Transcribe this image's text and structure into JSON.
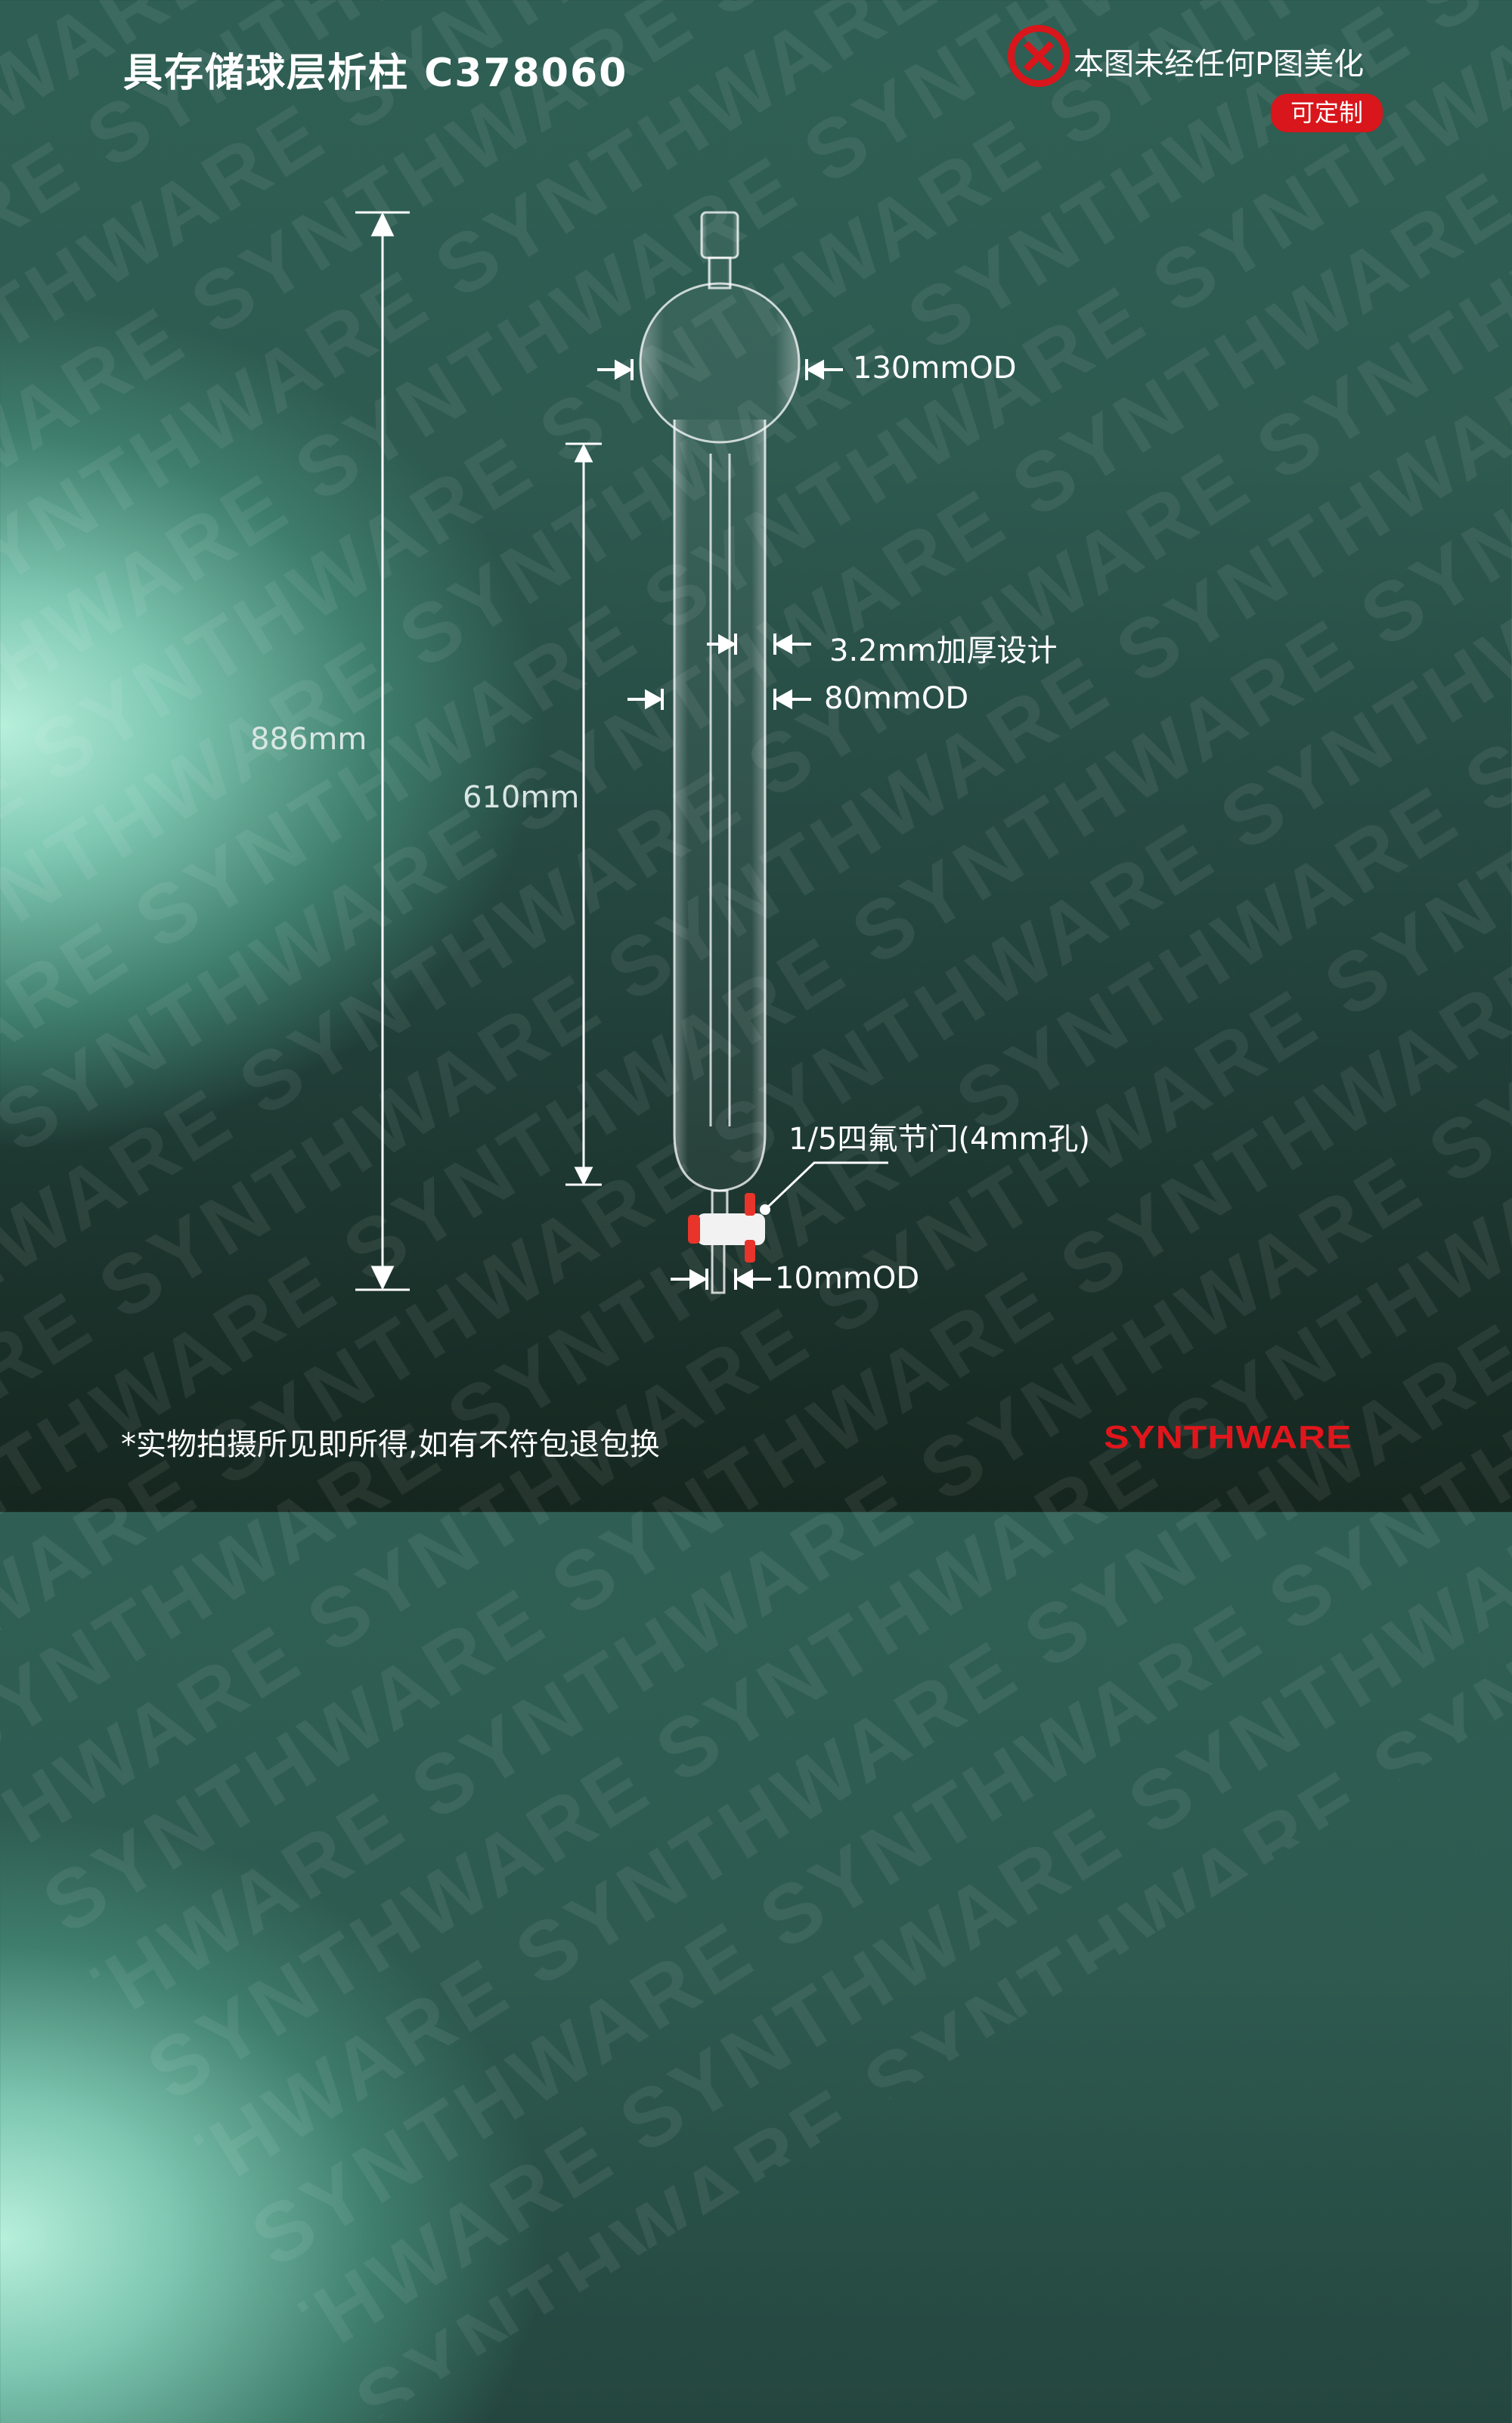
{
  "watermark": "SYNTHWARE",
  "title": "具存储球层析柱  C378060",
  "notice": {
    "icon": "no-retouch-x-icon",
    "text": "本图未经任何P图美化",
    "badge": "可定制"
  },
  "dimensions": {
    "total_height": "886mm",
    "column_length": "610mm",
    "bulb_od": "130mmOD",
    "wall": "3.2mm加厚设计",
    "column_od": "80mmOD",
    "stopcock": "1/5四氟节门(4mm孔)",
    "outlet_od": "10mmOD"
  },
  "footer": "*实物拍摄所见即所得,如有不符包退包换",
  "brand": "SYNTHWARE",
  "colors": {
    "accent": "#d8161b",
    "background": "#2e5a50"
  }
}
